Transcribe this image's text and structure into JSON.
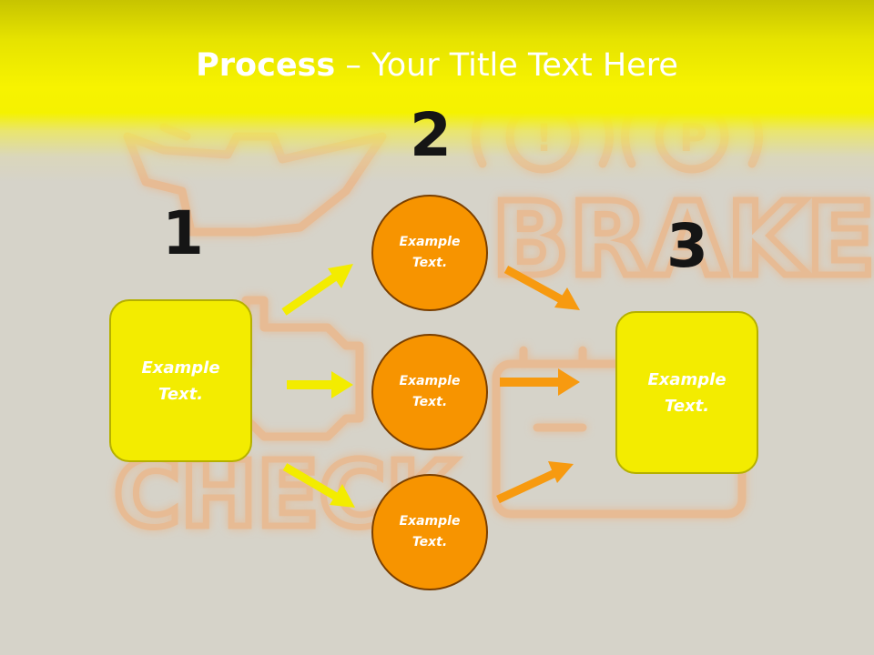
{
  "title": {
    "bold": "Process",
    "rest": " – Your Title Text Here"
  },
  "steps": {
    "one": "1",
    "two": "2",
    "three": "3"
  },
  "boxes": {
    "left": "Example Text.",
    "right": "Example Text."
  },
  "circles": {
    "top": "Example Text.",
    "middle": "Example Text.",
    "bottom": "Example Text."
  },
  "background_graphic": {
    "words": [
      "BRAKE",
      "CHECK"
    ],
    "symbol": "!",
    "symbol_p": "P"
  },
  "colors": {
    "header": "#f5f200",
    "box_fill": "#f3ec00",
    "circle_fill": "#f79400",
    "arrow_yellow": "#f3ec00",
    "arrow_orange": "#f79a10",
    "background": "#d6d3c9"
  }
}
